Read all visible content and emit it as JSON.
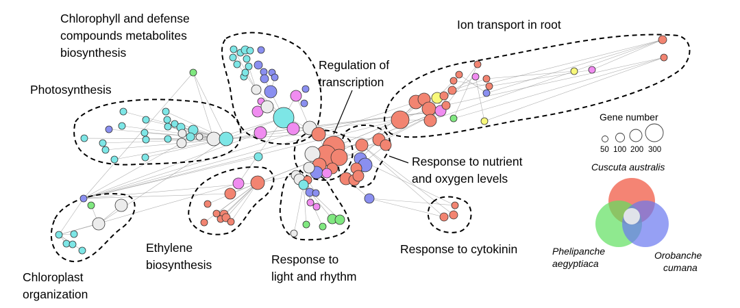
{
  "clusters": {
    "chlorophyll": [
      "Chlorophyll and defense",
      "compounds metabolites",
      "biosynthesis"
    ],
    "ion": [
      "Ion transport in root"
    ],
    "photosynthesis": [
      "Photosynthesis"
    ],
    "regulation": [
      "Regulation of",
      "transcription"
    ],
    "nutrient": [
      "Response to nutrient",
      "and oxygen levels"
    ],
    "ethylene": [
      "Ethylene",
      "biosynthesis"
    ],
    "light": [
      "Response to",
      "light and rhythm"
    ],
    "cytokinin": [
      "Response to cytokinin"
    ],
    "chloroplast": [
      "Chloroplast",
      "organization"
    ]
  },
  "legend": {
    "title": "Gene number",
    "sizes": [
      "50",
      "100",
      "200",
      "300"
    ]
  },
  "venn": {
    "species_a": "Cuscuta australis",
    "species_b": [
      "Phelipanche",
      "aegyptiaca"
    ],
    "species_c": [
      "Orobanche",
      "cumana"
    ],
    "colors": {
      "a": "#f28471",
      "b": "#7de37d",
      "c": "#8090ee"
    }
  },
  "node_colors": {
    "cuscuta": "#f28471",
    "phelipanche": "#80e880",
    "orobanche": "#8a8ff0",
    "cuscuta_orobanche": "#f08cf0",
    "cuscuta_phelipanche": "#f8f87a",
    "phelipanche_orobanche": "#7de6e6",
    "all_three": "#ececec"
  }
}
